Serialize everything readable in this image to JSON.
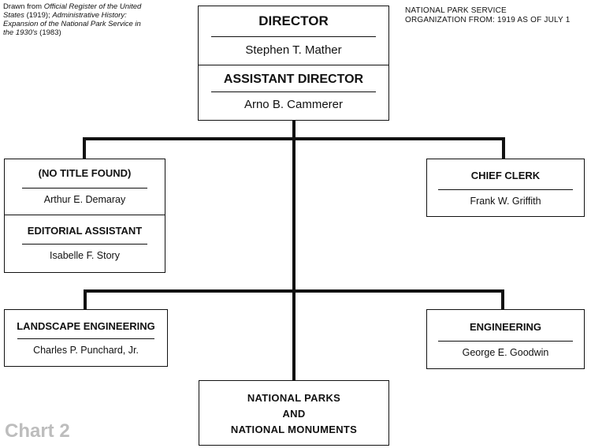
{
  "source_note": {
    "prefix": "Drawn from ",
    "title1": "Official Register of the United States",
    "mid": " (1919); ",
    "title2": "Administrative History:  Expansion of the National Park Service in the 1930's",
    "suffix": " (1983)"
  },
  "header": {
    "line1": "NATIONAL PARK SERVICE",
    "line2": "ORGANIZATION FROM:  1919 AS OF JULY 1"
  },
  "director": {
    "title": "DIRECTOR",
    "name": "Stephen T. Mather",
    "assistant_title": "ASSISTANT DIRECTOR",
    "assistant_name": "Arno B. Cammerer"
  },
  "left_box": {
    "title": "(NO TITLE FOUND)",
    "name": "Arthur E. Demaray",
    "sub_title": "EDITORIAL ASSISTANT",
    "sub_name": "Isabelle F. Story"
  },
  "chief_clerk": {
    "title": "CHIEF CLERK",
    "name": "Frank W. Griffith"
  },
  "landscape": {
    "title": "LANDSCAPE ENGINEERING",
    "name": "Charles P. Punchard, Jr."
  },
  "engineering": {
    "title": "ENGINEERING",
    "name": "George E. Goodwin"
  },
  "parks": {
    "line1": "NATIONAL PARKS",
    "line2": "AND",
    "line3": "NATIONAL MONUMENTS"
  },
  "watermark": "Chart 2"
}
